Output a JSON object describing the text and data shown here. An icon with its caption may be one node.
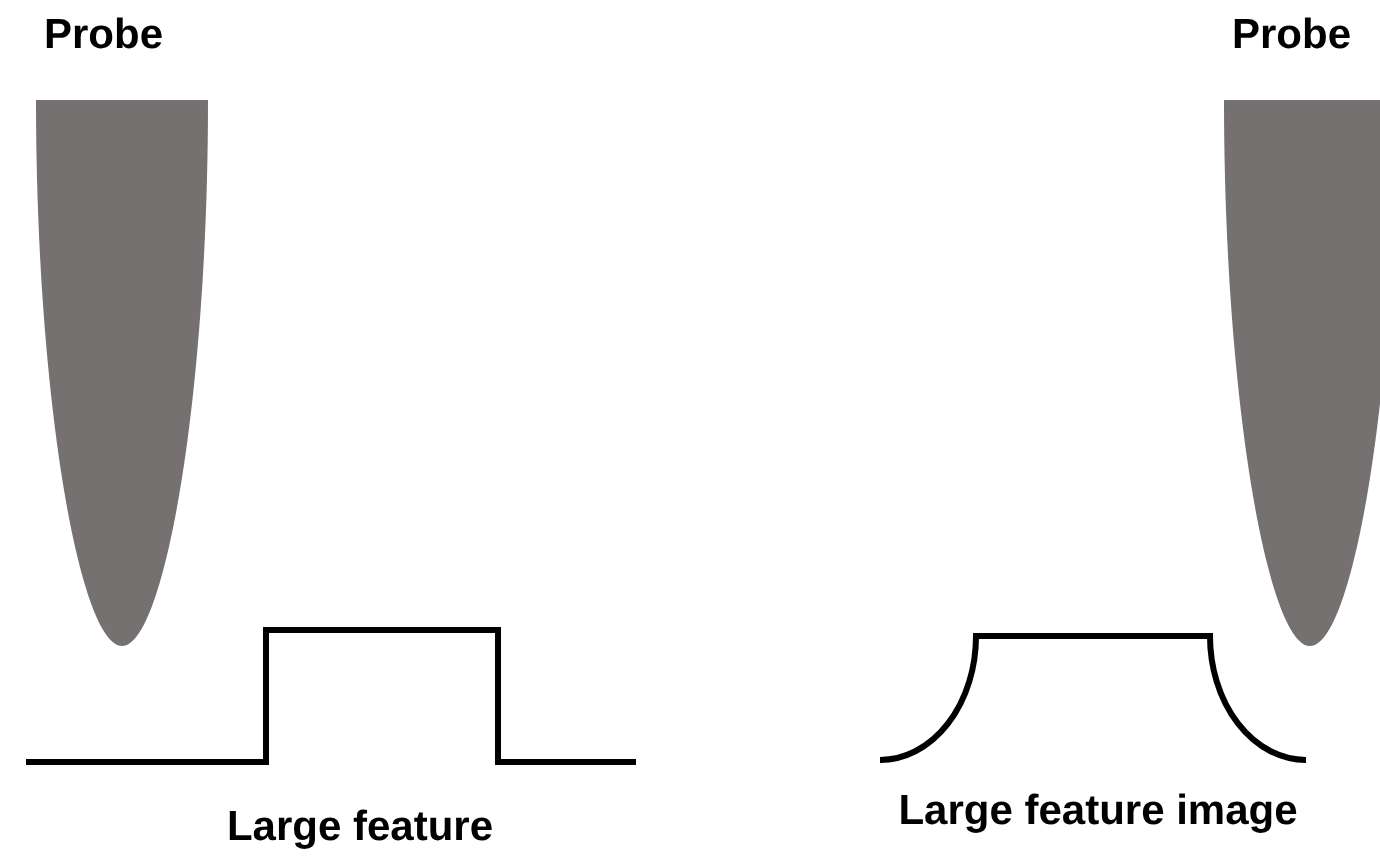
{
  "diagram": {
    "labels": [
      "Probe",
      "Probe",
      "Large feature",
      "Large feature image"
    ]
  }
}
